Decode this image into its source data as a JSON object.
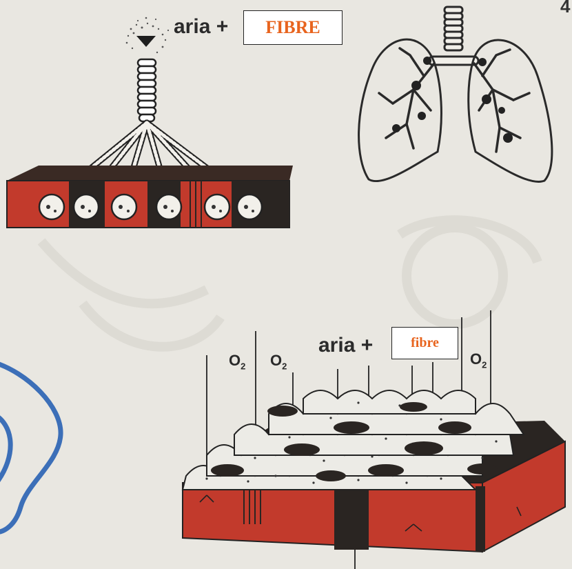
{
  "top_panel": {
    "air_label": "aria +",
    "fibre_box": "FIBRE"
  },
  "bottom_panel": {
    "air_label": "aria +",
    "fibre_box": "fibre",
    "oxygen_labels": [
      "O",
      "O",
      "O"
    ],
    "oxygen_sub": "2"
  },
  "corner_mark": "4",
  "colors": {
    "background": "#e9e7e1",
    "tissue_red": "#c23a2c",
    "tissue_dark": "#2a2522",
    "fibre_text": "#e8641e",
    "curve_blue": "#3c6fb8",
    "ink": "#2a2a2a"
  }
}
